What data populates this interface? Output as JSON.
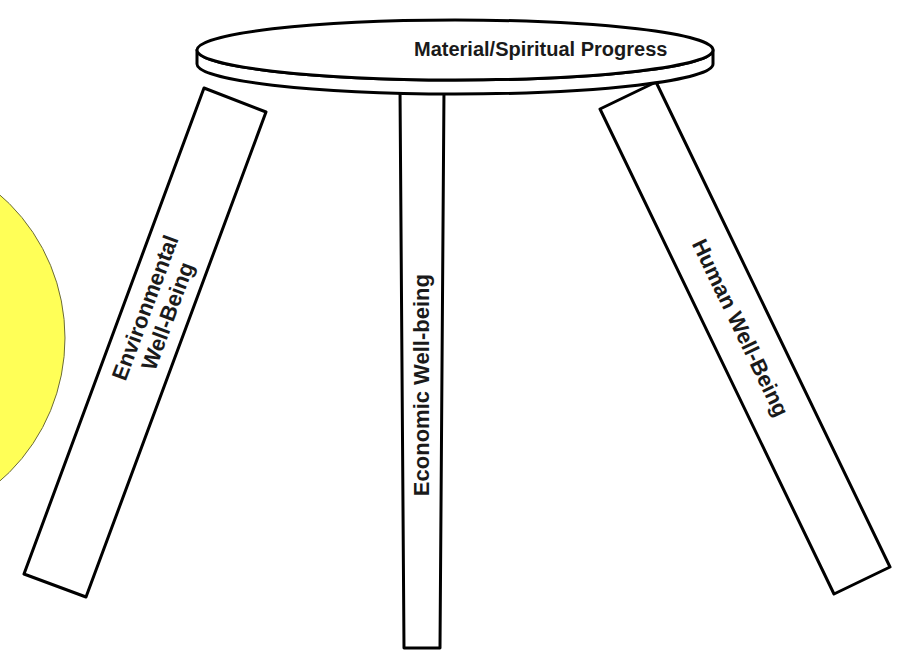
{
  "diagram": {
    "nodes": [
      {
        "text": [
          "Material/Spiritual Progress"
        ]
      },
      {
        "text": [
          "Environmental Well-Being"
        ]
      },
      {
        "text": [
          "Economic Well-being"
        ]
      },
      {
        "text": [
          "Human Well-Being"
        ]
      }
    ]
  }
}
